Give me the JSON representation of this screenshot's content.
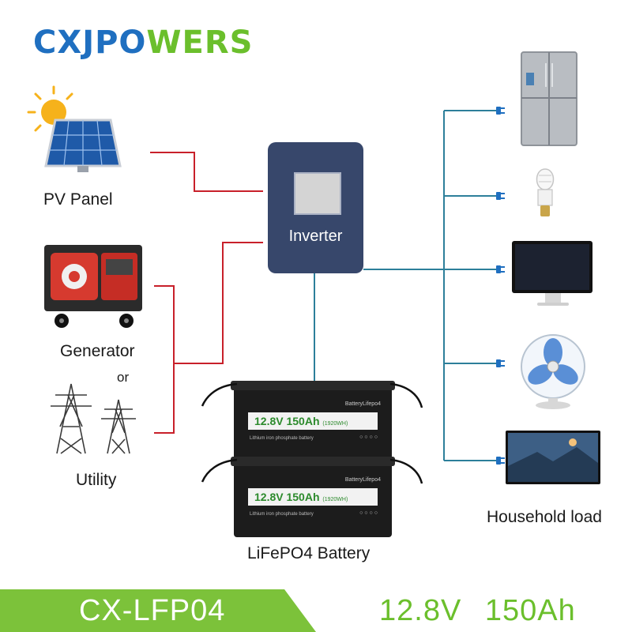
{
  "brand": {
    "name_blue": "CXJPO",
    "name_green": "WERS"
  },
  "sources": {
    "pv": "PV Panel",
    "generator": "Generator",
    "or": "or",
    "utility": "Utility"
  },
  "inverter": {
    "label": "Inverter"
  },
  "battery": {
    "label": "LiFePO4 Battery",
    "units": [
      {
        "brand": "BatteryLifepo4",
        "spec": "12.8V 150Ah",
        "wh": "(1920WH)",
        "chem": "Lithium iron phosphate battery"
      },
      {
        "brand": "BatteryLifepo4",
        "spec": "12.8V 150Ah",
        "wh": "(1920WH)",
        "chem": "Lithium iron phosphate battery"
      }
    ]
  },
  "load": {
    "label": "Household load"
  },
  "icons": [
    "sun-icon",
    "solar-panel-icon",
    "generator-icon",
    "power-tower-icon",
    "refrigerator-icon",
    "light-bulb-icon",
    "monitor-icon",
    "fan-icon",
    "tv-icon",
    "plug-icon"
  ],
  "footer": {
    "model": "CX-LFP04",
    "spec": "12.8V   150Ah"
  },
  "colors": {
    "ac_line": "#c8202a",
    "dc_line": "#2d7f9a",
    "inverter": "#37476b",
    "accent_green": "#7cc23a",
    "logo_blue": "#1f6fc0"
  }
}
